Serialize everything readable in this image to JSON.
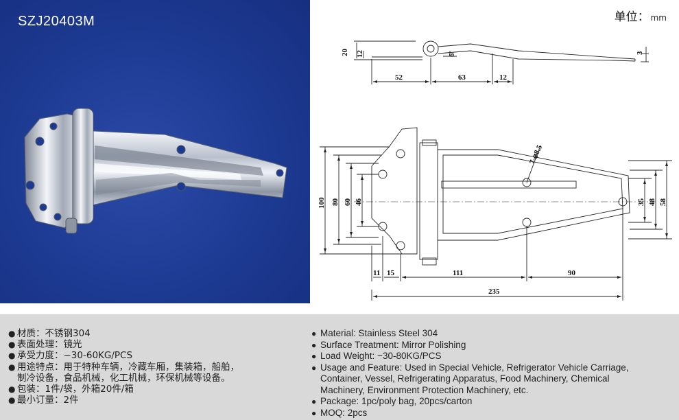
{
  "product_code": "SZJ20403M",
  "unit_label": {
    "prefix": "单位：",
    "unit": "mm"
  },
  "dimensions": {
    "side_view": {
      "d20": "20",
      "d12": "12",
      "d6": "6",
      "d3": "3",
      "d52": "52",
      "d63": "63",
      "d12b": "12"
    },
    "top_view": {
      "d100": "100",
      "d80": "80",
      "d60": "60",
      "d46": "46",
      "d35": "35",
      "d48": "48",
      "d58": "58",
      "d11": "11",
      "d15": "15",
      "d111": "111",
      "d90": "90",
      "d235": "235",
      "holes": "7-⌀8.5"
    }
  },
  "specs_cn": [
    {
      "icon": "bullet-icon",
      "text": "材质：不锈钢304"
    },
    {
      "icon": "bullet-icon",
      "text": "表面处理：镜光"
    },
    {
      "icon": "bullet-icon",
      "text": "承受力度：~30-60KG/PCS"
    },
    {
      "icon": "bullet-icon",
      "text": "用途特点：用于特种车辆，冷藏车厢，集装箱，船舶，"
    },
    {
      "icon": "",
      "text": "制冷设备，食品机械，化工机械，环保机械等设备。"
    },
    {
      "icon": "bullet-icon",
      "text": "包装：1件/袋，外箱20件/箱"
    },
    {
      "icon": "bullet-icon",
      "text": "最小订量：2件"
    }
  ],
  "specs_en": [
    {
      "icon": "bullet-icon",
      "text": "Material: Stainless Steel 304"
    },
    {
      "icon": "bullet-icon",
      "text": "Surface Treatment: Mirror Polishing"
    },
    {
      "icon": "bullet-icon",
      "text": "Load Weight: ~30-80KG/PCS"
    },
    {
      "icon": "bullet-icon",
      "text": "Usage and Feature: Used in Special Vehicle, Refrigerator Vehicle Carriage,"
    },
    {
      "icon": "",
      "text": "Container, Vessel, Refrigerating Apparatus, Food Machinery, Chemical"
    },
    {
      "icon": "",
      "text": "Machinery, Environment Protection Machinery, etc."
    },
    {
      "icon": "bullet-icon",
      "text": "Package: 1pc/poly bag, 20pcs/carton"
    },
    {
      "icon": "bullet-icon",
      "text": "MOQ: 2pcs"
    }
  ]
}
